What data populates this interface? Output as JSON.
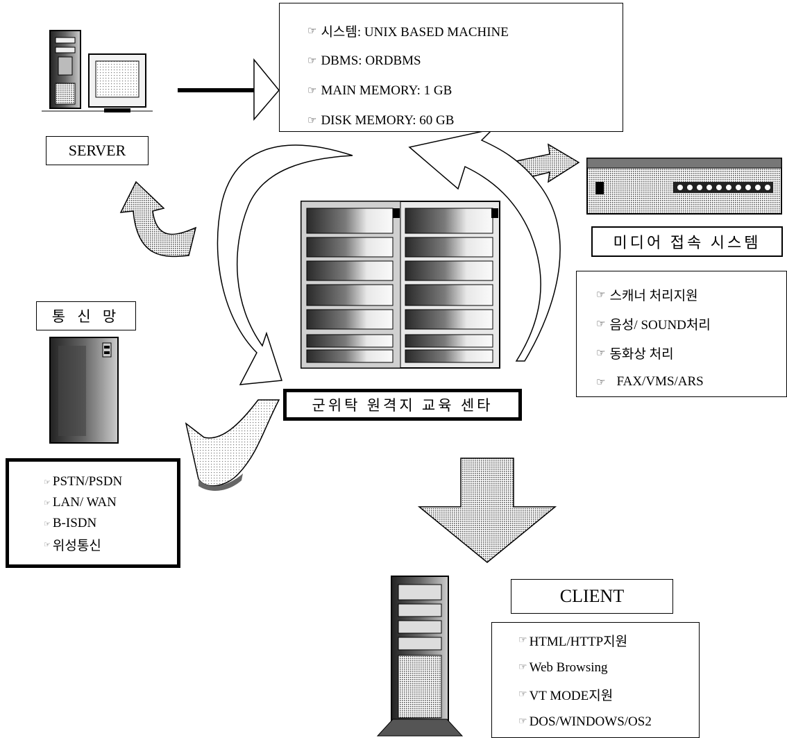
{
  "server": {
    "label": "SERVER",
    "specs": [
      "시스템: UNIX BASED MACHINE",
      "DBMS: ORDBMS",
      "MAIN MEMORY: 1 GB",
      "DISK MEMORY: 60 GB"
    ]
  },
  "media": {
    "label": "미디어 접속 시스템",
    "features": [
      "스캐너 처리지원",
      "음성/ SOUND처리",
      "동화상 처리",
      "FAX/VMS/ARS"
    ]
  },
  "network": {
    "label": "통 신 망",
    "items": [
      "PSTN/PSDN",
      "LAN/ WAN",
      "B-ISDN",
      "위성통신"
    ]
  },
  "center": {
    "label": "군위탁 원격지 교육 센타"
  },
  "client": {
    "label": "CLIENT",
    "features": [
      "HTML/HTTP지원",
      "Web Browsing",
      "VT MODE지원",
      "DOS/WINDOWS/OS2"
    ]
  },
  "icons": {
    "bullet": "pointing-hand-icon",
    "devices": [
      "server-computer-icon",
      "media-rack-icon",
      "network-cabinet-icon",
      "center-rack-icon",
      "client-tower-icon"
    ]
  }
}
